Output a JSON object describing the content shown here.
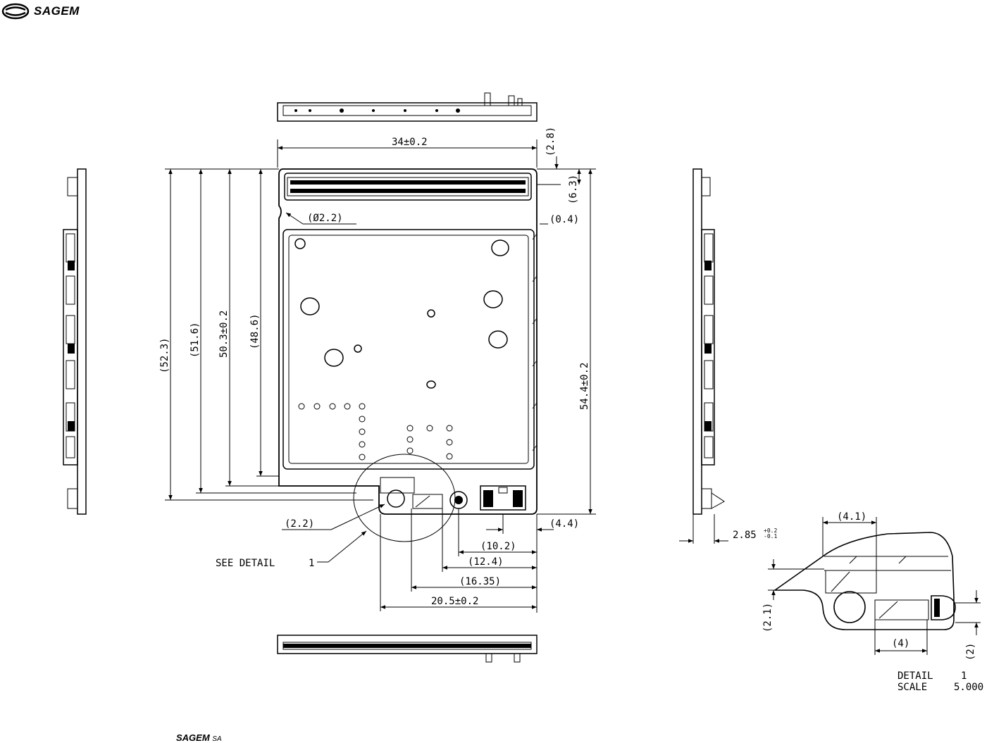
{
  "brand": {
    "name": "SAGEM",
    "footer_name": "SAGEM",
    "footer_suffix": "SA",
    "logo_icon": "sagem-logo-icon"
  },
  "dimensions": {
    "width_total": "34±0.2",
    "top_clear": "(2.8)",
    "connector_height": "(6.3)",
    "hole_dia": "(Ø2.2)",
    "edge_offset": "(0.4)",
    "h_52_3": "(52.3)",
    "h_51_6": "(51.6)",
    "h_50_3": "50.3±0.2",
    "h_48_6": "(48.6)",
    "h_54_4": "54.4±0.2",
    "notch_2_2": "(2.2)",
    "w_4_4": "(4.4)",
    "w_10_2": "(10.2)",
    "w_12_4": "(12.4)",
    "w_16_35": "(16.35)",
    "w_20_5": "20.5±0.2",
    "thickness": "2.85",
    "thickness_tol_plus": "+0.2",
    "thickness_tol_minus": "-0.1"
  },
  "callout": {
    "see_detail": "SEE DETAIL",
    "detail_number": "1"
  },
  "detail": {
    "title": "DETAIL",
    "number": "1",
    "scale_label": "SCALE",
    "scale_value": "5.000",
    "d_4_1": "(4.1)",
    "d_2_1": "(2.1)",
    "d_4": "(4)",
    "d_2": "(2)"
  }
}
